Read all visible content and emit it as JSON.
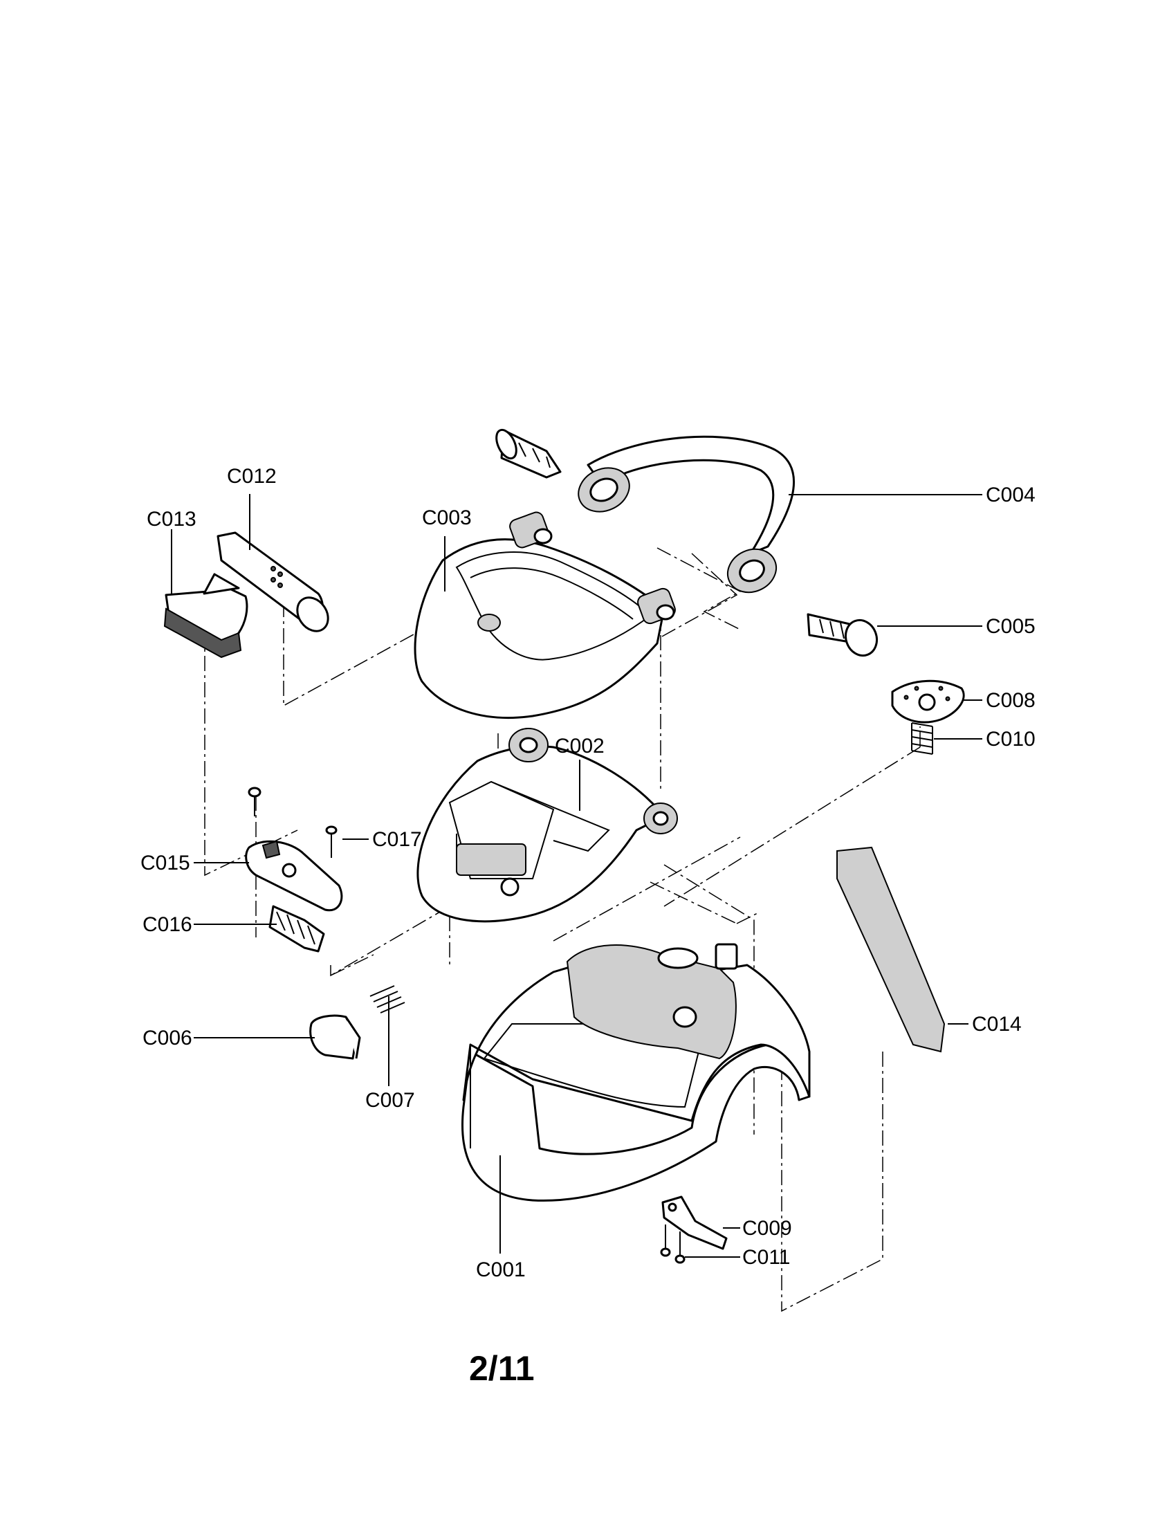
{
  "page_number": "2/11",
  "parts": {
    "c001": "C001",
    "c002": "C002",
    "c003": "C003",
    "c004": "C004",
    "c005": "C005",
    "c006": "C006",
    "c007": "C007",
    "c008": "C008",
    "c009": "C009",
    "c010": "C010",
    "c011": "C011",
    "c012": "C012",
    "c013": "C013",
    "c014": "C014",
    "c015": "C015",
    "c016": "C016",
    "c017": "C017"
  }
}
